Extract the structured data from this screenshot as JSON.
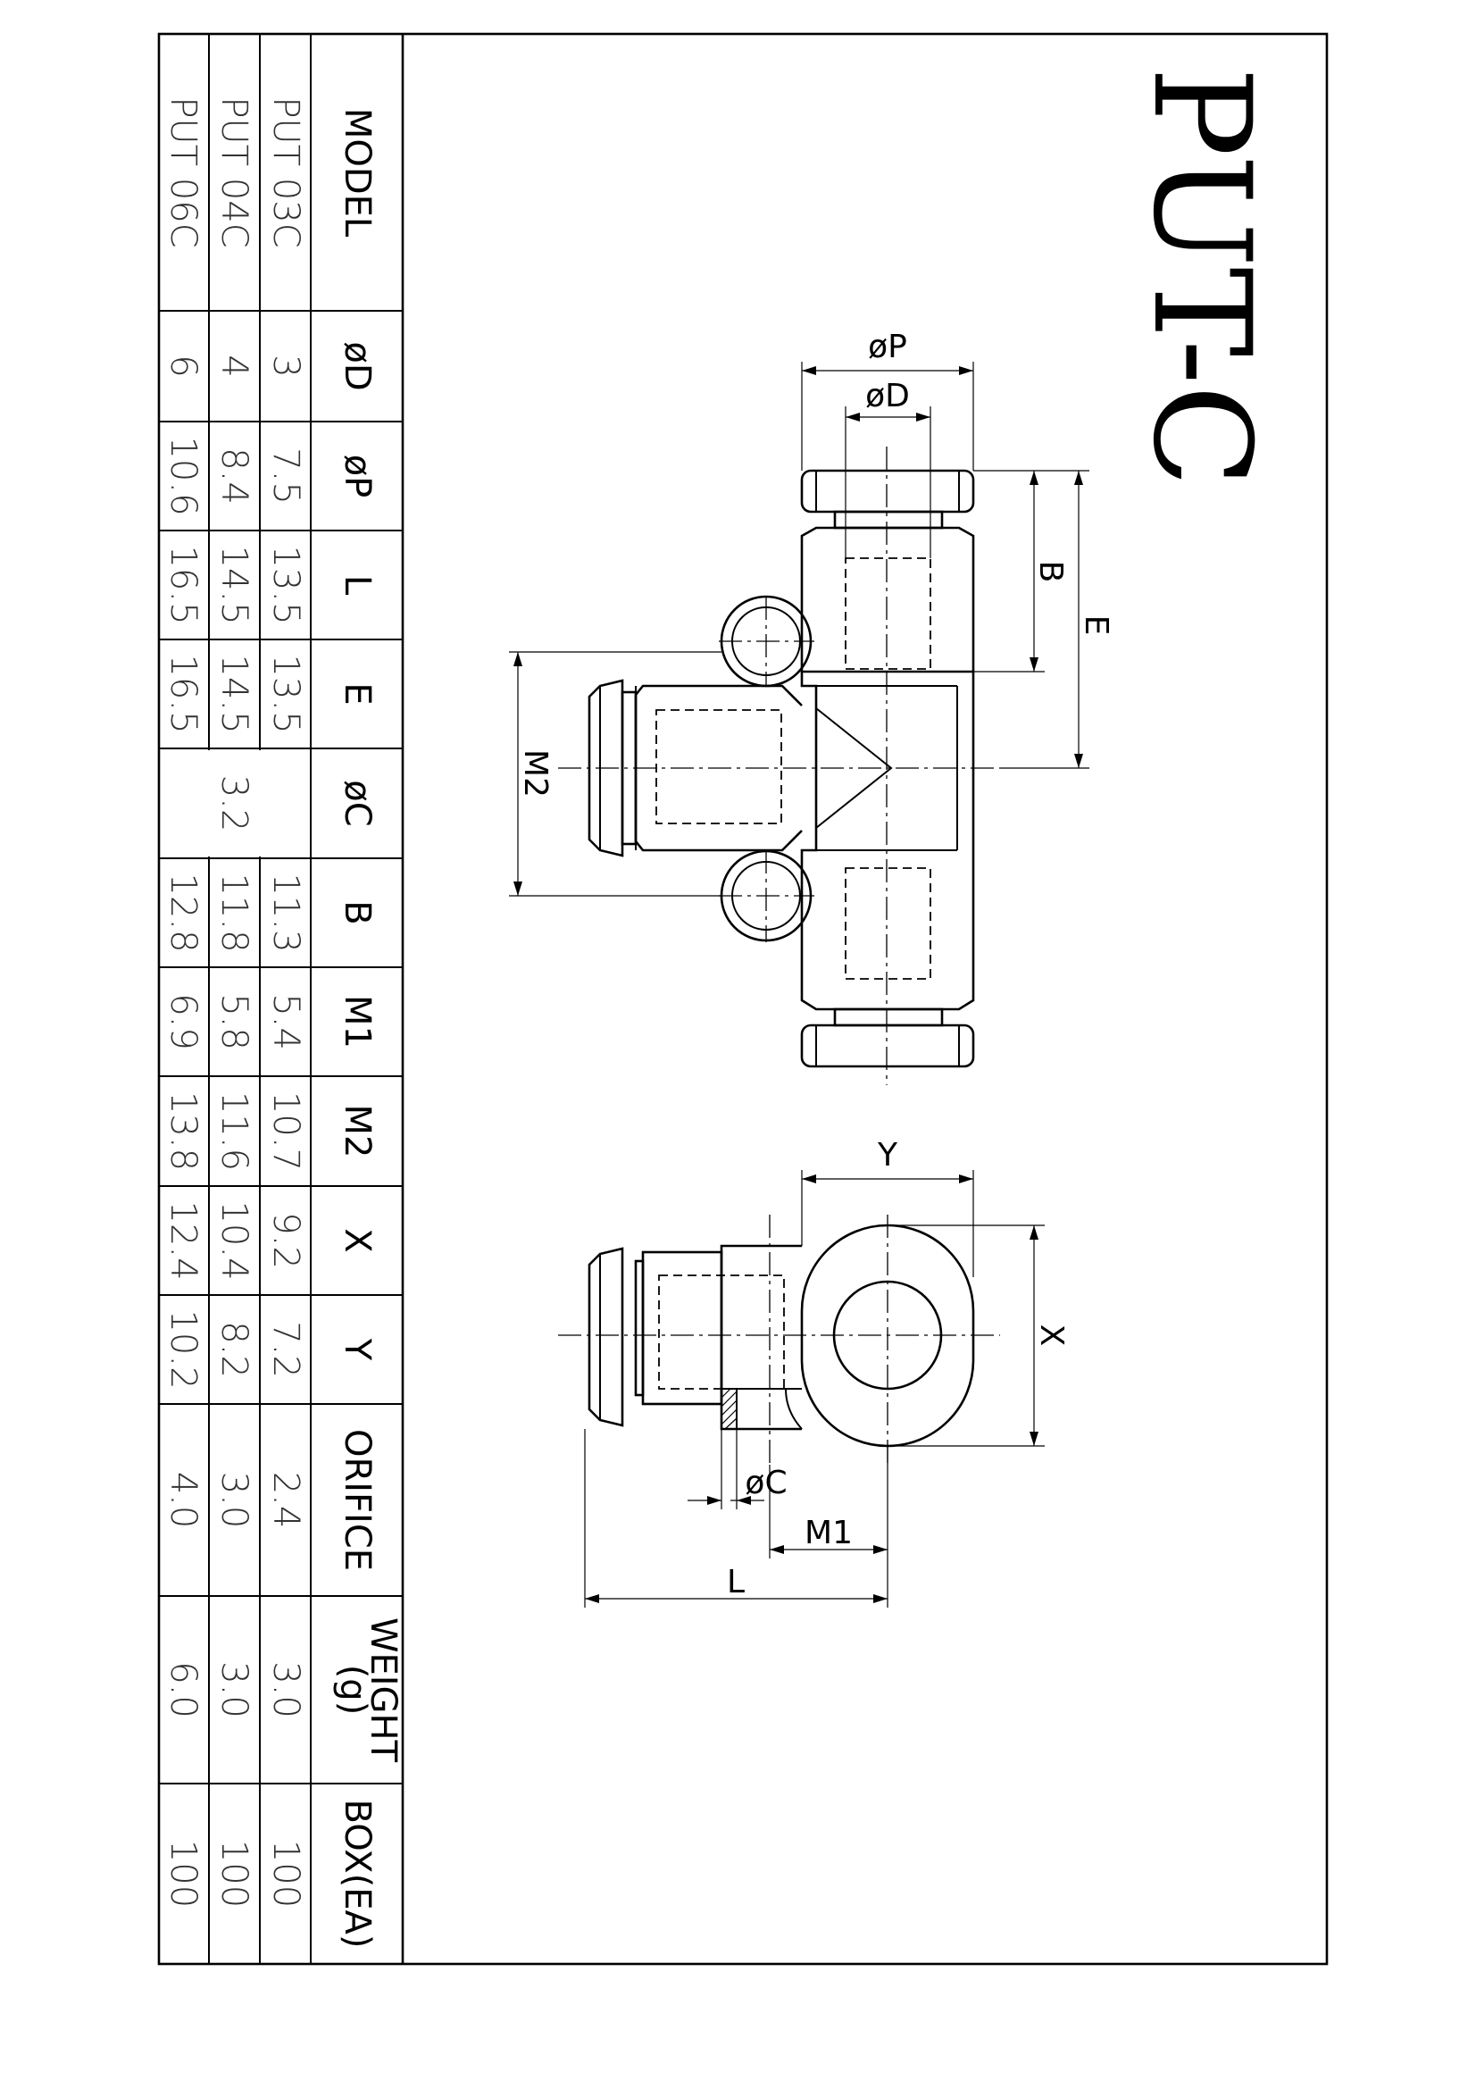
{
  "title": "PUT-C",
  "dimension_labels": {
    "dia_p": "øP",
    "dia_d": "øD",
    "b": "B",
    "e": "E",
    "m2": "M2",
    "y": "Y",
    "x": "X",
    "dia_c": "øC",
    "m1": "M1",
    "l": "L"
  },
  "table": {
    "headers": [
      "MODEL",
      "øD",
      "øP",
      "L",
      "E",
      "øC",
      "B",
      "M1",
      "M2",
      "X",
      "Y",
      "ORIFICE",
      "WEIGHT\n(g)",
      "BOX(EA)"
    ],
    "weight_header_lines": [
      "WEIGHT",
      "(g)"
    ],
    "rows": [
      [
        "PUT  03C",
        "3",
        "7.5",
        "13.5",
        "13.5",
        "",
        "11.3",
        "5.4",
        "10.7",
        "9.2",
        "7.2",
        "2.4",
        "3.0",
        "100"
      ],
      [
        "PUT  04C",
        "4",
        "8.4",
        "14.5",
        "14.5",
        "3.2",
        "11.8",
        "5.8",
        "11.6",
        "10.4",
        "8.2",
        "3.0",
        "3.0",
        "100"
      ],
      [
        "PUT  06C",
        "6",
        "10.6",
        "16.5",
        "16.5",
        "",
        "12.8",
        "6.9",
        "13.8",
        "12.4",
        "10.2",
        "4.0",
        "6.0",
        "100"
      ]
    ],
    "merged_value_dia_c": "3.2"
  }
}
